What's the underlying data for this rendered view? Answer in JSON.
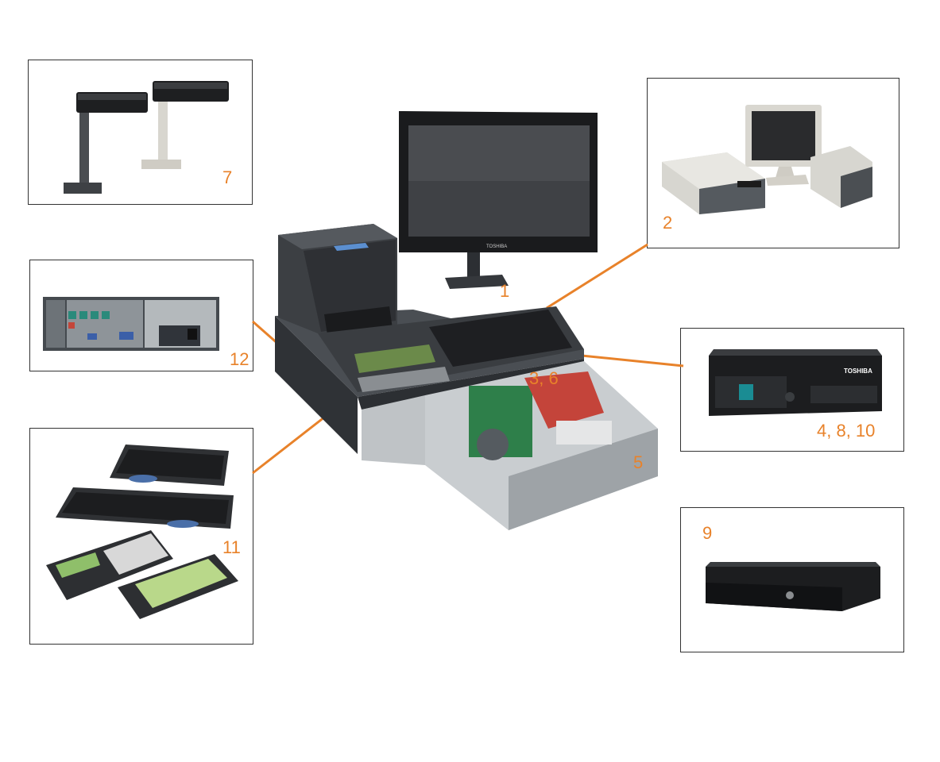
{
  "brand": "TOSHIBA",
  "labels": {
    "main": "1",
    "internal": "3, 6",
    "base": "5",
    "pos_system": "2",
    "display": "7",
    "rear_io": "12",
    "controller": "4, 8, 10",
    "keyboards": "11",
    "cash_drawer": "9"
  },
  "colors": {
    "label": "#E8822A",
    "leader": "#E8822A",
    "device": "#3a3d40"
  }
}
